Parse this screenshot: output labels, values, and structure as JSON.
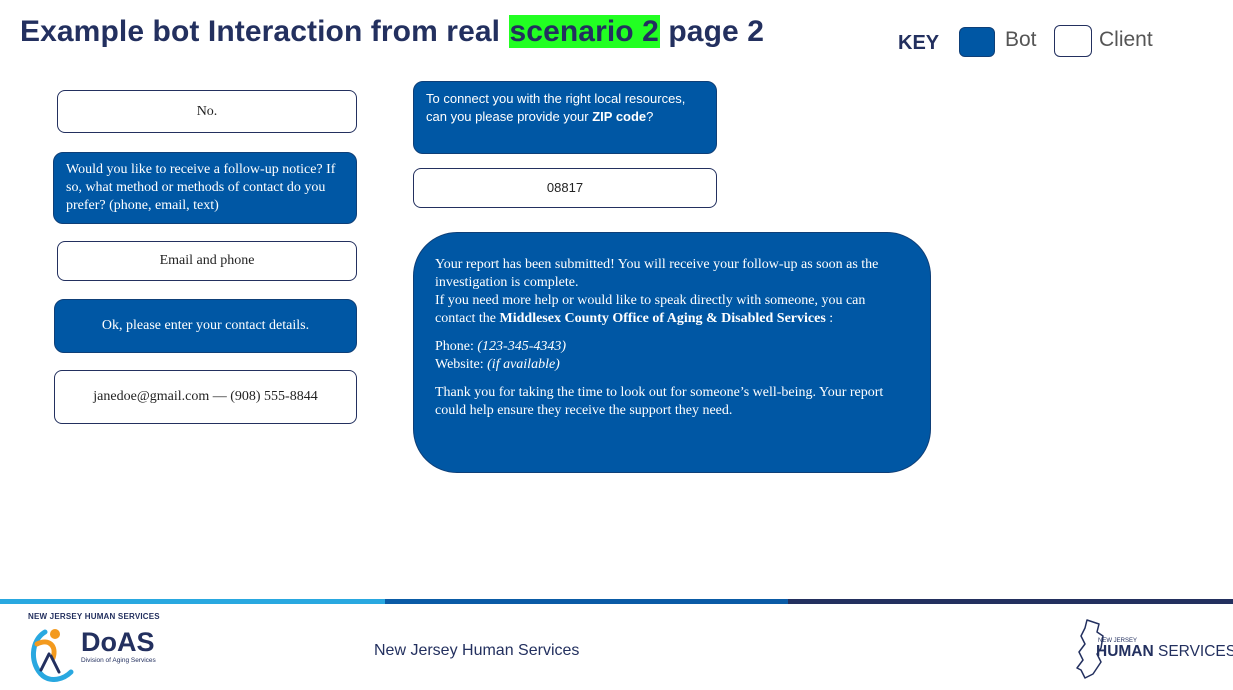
{
  "header": {
    "title_before": "Example bot Interaction from real ",
    "title_highlight": "scenario 2",
    "title_after": " page 2"
  },
  "key": {
    "label": "KEY",
    "bot": "Bot",
    "client": "Client",
    "bot_color": "#0057a4",
    "client_color": "#ffffff"
  },
  "conversation": {
    "left": {
      "msg1": "No.",
      "msg2": "Would you like to receive a follow-up notice? If so, what method or methods of contact do you prefer? (phone, email, text)",
      "msg3": "Email and phone",
      "msg4": "Ok, please enter your contact details.",
      "msg5": "janedoe@gmail.com — (908) 555-8844"
    },
    "right": {
      "msg6_pre": "To connect you with the right local resources, can you please provide your ",
      "msg6_bold": "ZIP code",
      "msg6_post": "?",
      "msg7": "08817",
      "msg8": {
        "line1": "Your report has been submitted! You will receive your follow-up as soon as the investigation is complete.",
        "line2_pre": "If you need more help or would like to speak directly with someone, you can contact the ",
        "line2_bold": "Middlesex County Office of Aging & Disabled Services",
        "line2_post": " :",
        "phone_label": "Phone: ",
        "phone_value": "(123-345-4343)",
        "website_label": "Website: ",
        "website_value": "(if available)",
        "closing": "Thank you for taking the time to look out for someone’s well-being. Your report could help ensure they receive the support they need."
      }
    }
  },
  "footer": {
    "doas_top": "NEW JERSEY HUMAN SERVICES",
    "doas_name": "DoAS",
    "doas_sub": "Division of Aging Services",
    "center_text": "New Jersey Human Services",
    "nj_small": "NEW JERSEY",
    "nj_bold": "HUMAN",
    "nj_rest": " SERVICES",
    "colors": {
      "light_blue": "#29a8e0",
      "mid_blue": "#0a5ba6",
      "navy": "#23305f"
    }
  }
}
